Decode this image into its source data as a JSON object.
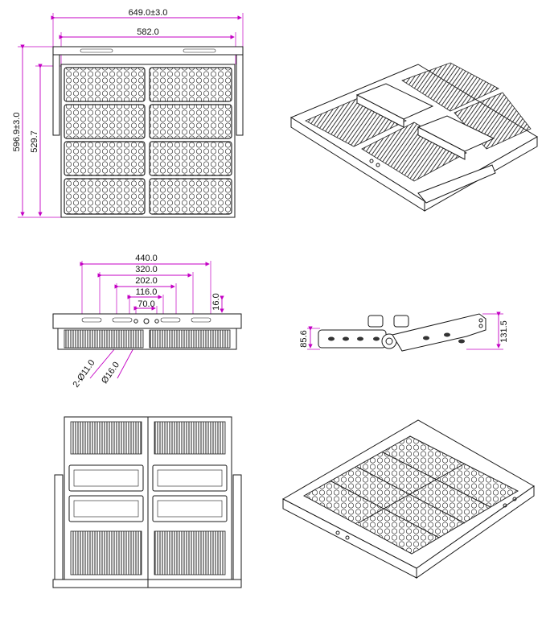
{
  "colors": {
    "line": "#1a1a1a",
    "dimension": "#c400c4",
    "background": "#ffffff"
  },
  "front_view": {
    "overall_width": "649.0±3.0",
    "inner_width": "582.0",
    "overall_height": "596.9±3.0",
    "inner_height": "529.7",
    "led_rows": 4,
    "modules_per_row": 2
  },
  "top_view": {
    "dim_440": "440.0",
    "dim_320": "320.0",
    "dim_202": "202.0",
    "dim_116": "116.0",
    "dim_70": "70.0",
    "dim_16": "16.0",
    "hole_small": "2-Ø11.0",
    "hole_large": "Ø16.0"
  },
  "side_view": {
    "body_height": "85.6",
    "total_height": "131.5"
  }
}
